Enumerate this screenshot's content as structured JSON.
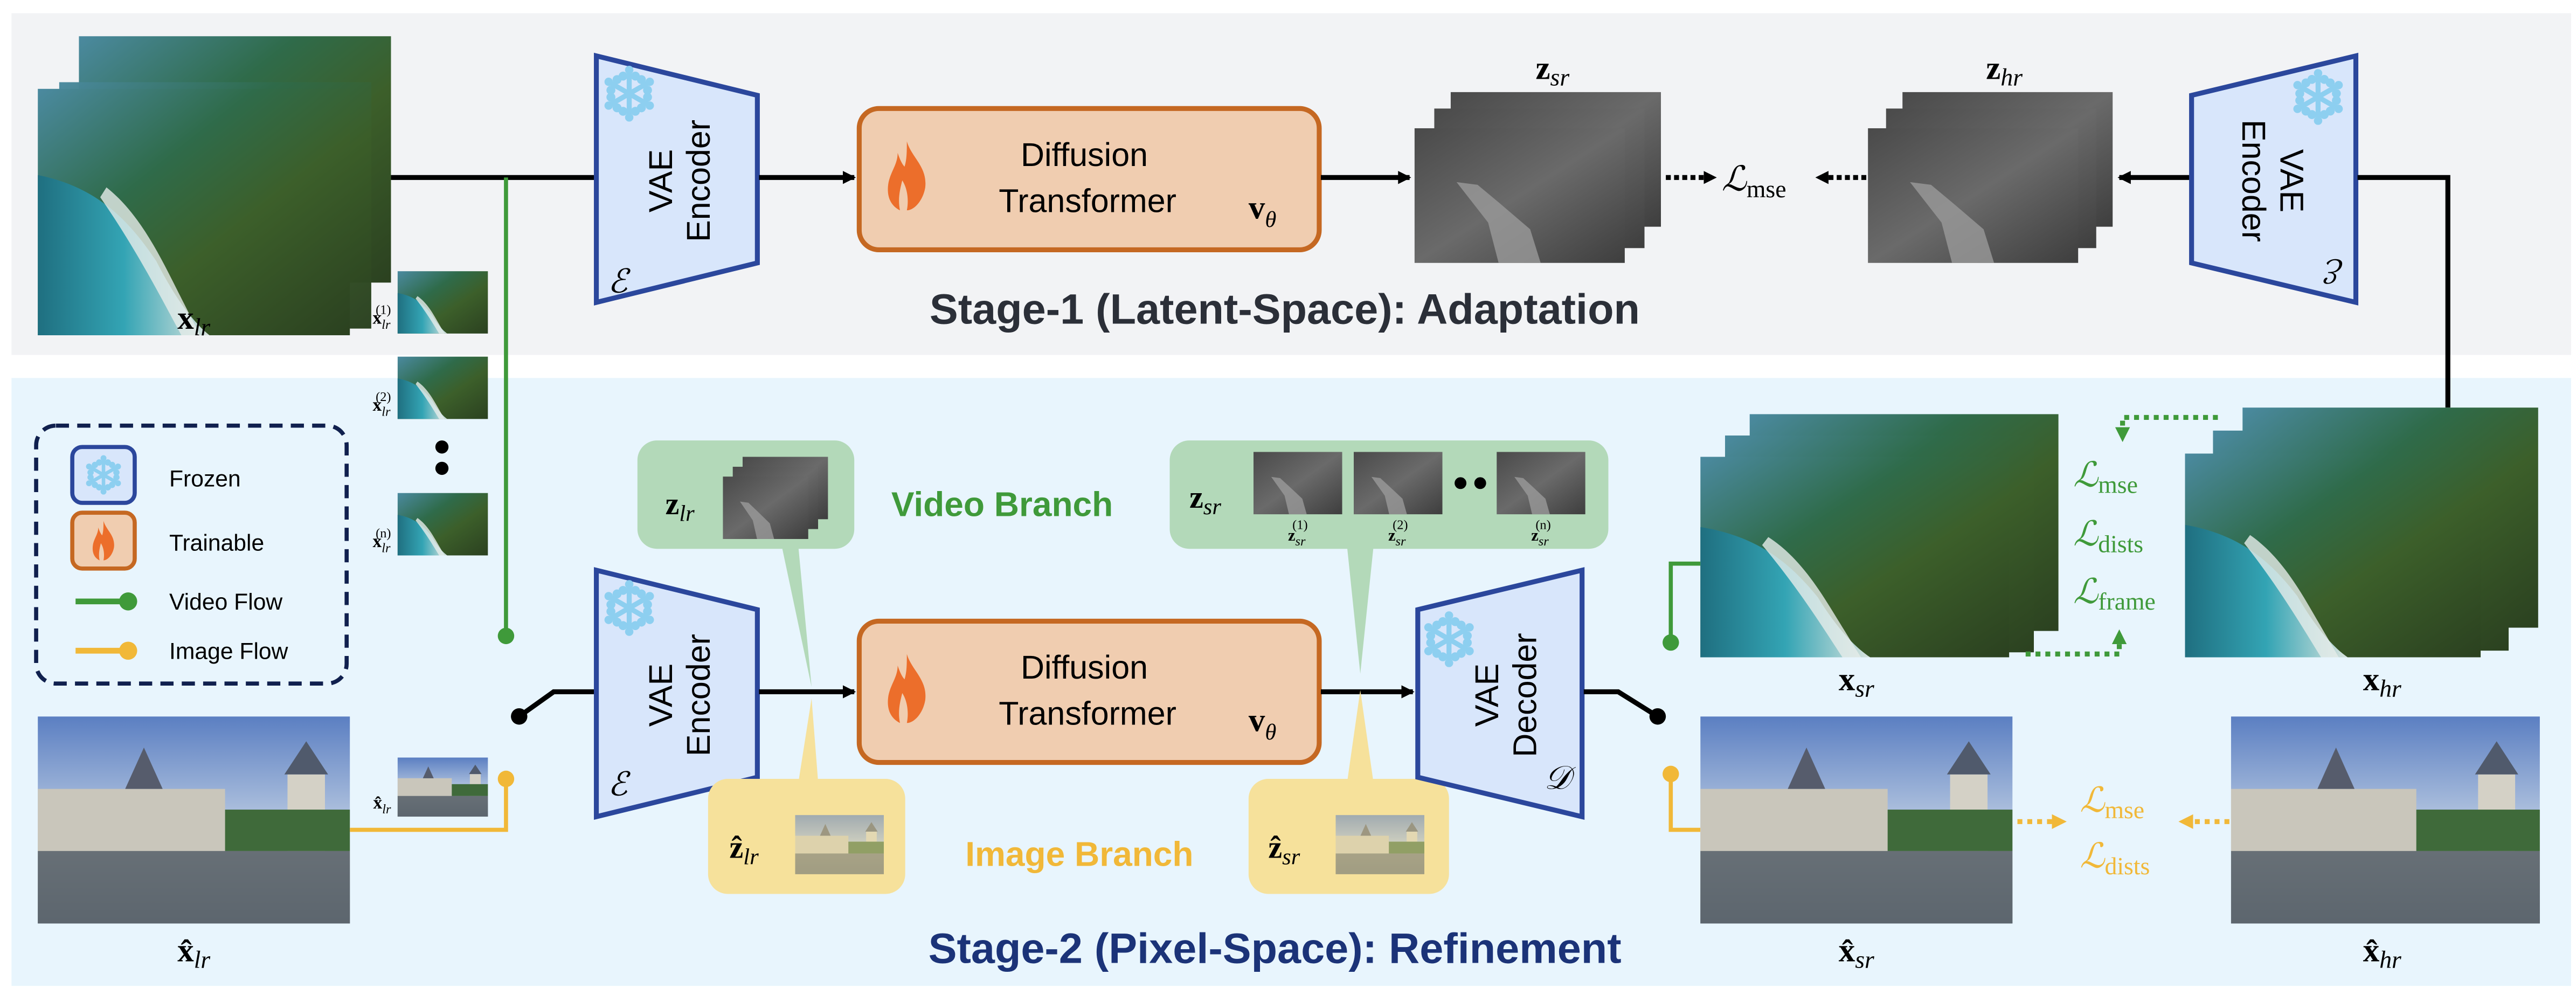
{
  "colors": {
    "stage1_bg": "#f2f3f5",
    "stage2_bg": "#e8f5fd",
    "frozen_fill": "#d8e6fb",
    "frozen_stroke": "#2b479c",
    "snowflake": "#8dcff0",
    "trainable_fill": "#f0cdb0",
    "trainable_stroke": "#c56822",
    "flame": "#ec6e2b",
    "video_flow": "#3f9a3a",
    "image_flow": "#f1b838",
    "video_bubble": "#b3d9b9",
    "image_bubble": "#f6e19b",
    "stage1_title": "#2b2f38",
    "stage2_title": "#1b3378",
    "legend_border": "#10204e"
  },
  "stage1": {
    "title": "Stage-1 (Latent-Space): Adaptation",
    "encoder_left": {
      "line1": "VAE",
      "line2": "Encoder",
      "symbol": "ℰ",
      "icon": "snowflake-icon"
    },
    "dit": {
      "line1": "Diffusion",
      "line2": "Transformer",
      "symbol_main": "v",
      "symbol_sub": "θ",
      "icon": "flame-icon"
    },
    "z_sr_label": {
      "main": "z",
      "sub": "sr"
    },
    "z_hr_label": {
      "main": "z",
      "sub": "hr"
    },
    "loss": {
      "main": "ℒ",
      "sub": "mse"
    },
    "encoder_right": {
      "line1": "VAE",
      "line2": "Encoder",
      "symbol": "ℰ",
      "icon": "snowflake-icon"
    },
    "x_lr_label": {
      "main": "x",
      "sub": "lr"
    }
  },
  "frames": [
    {
      "main": "x",
      "sub": "lr",
      "sup": "(1)"
    },
    {
      "main": "x",
      "sub": "lr",
      "sup": "(2)"
    },
    {
      "main": "x",
      "sub": "lr",
      "sup": "(n)"
    }
  ],
  "legend": {
    "items": [
      {
        "label": "Frozen",
        "icon": "snowflake-icon"
      },
      {
        "label": "Trainable",
        "icon": "flame-icon"
      },
      {
        "label": "Video Flow",
        "icon": "video-flow-icon"
      },
      {
        "label": "Image Flow",
        "icon": "image-flow-icon"
      }
    ]
  },
  "stage2": {
    "title": "Stage-2 (Pixel-Space): Refinement",
    "encoder": {
      "line1": "VAE",
      "line2": "Encoder",
      "symbol": "ℰ"
    },
    "dit": {
      "line1": "Diffusion",
      "line2": "Transformer",
      "symbol_main": "v",
      "symbol_sub": "θ"
    },
    "decoder": {
      "line1": "VAE",
      "line2": "Decoder",
      "symbol": "𝒟"
    },
    "video_branch": {
      "label": "Video Branch",
      "z_lr": {
        "main": "z",
        "sub": "lr"
      },
      "z_sr": {
        "main": "z",
        "sub": "sr"
      },
      "z_sr_frames": [
        {
          "main": "z",
          "sub": "sr",
          "sup": "(1)"
        },
        {
          "main": "z",
          "sub": "sr",
          "sup": "(2)"
        },
        {
          "main": "z",
          "sub": "sr",
          "sup": "(n)"
        }
      ]
    },
    "image_branch": {
      "label": "Image Branch",
      "z_lr_hat": {
        "main": "ẑ",
        "sub": "lr"
      },
      "z_sr_hat": {
        "main": "ẑ",
        "sub": "sr"
      }
    },
    "x_lr_hat": {
      "main": "x̂",
      "sub": "lr"
    },
    "x_lr_hat_small": {
      "main": "x̂",
      "sub": "lr"
    },
    "x_sr": {
      "main": "x",
      "sub": "sr"
    },
    "x_hr": {
      "main": "x",
      "sub": "hr"
    },
    "x_sr_hat": {
      "main": "x̂",
      "sub": "sr"
    },
    "x_hr_hat": {
      "main": "x̂",
      "sub": "hr"
    },
    "video_losses": [
      {
        "main": "ℒ",
        "sub": "mse"
      },
      {
        "main": "ℒ",
        "sub": "dists"
      },
      {
        "main": "ℒ",
        "sub": "frame"
      }
    ],
    "image_losses": [
      {
        "main": "ℒ",
        "sub": "mse"
      },
      {
        "main": "ℒ",
        "sub": "dists"
      }
    ]
  }
}
